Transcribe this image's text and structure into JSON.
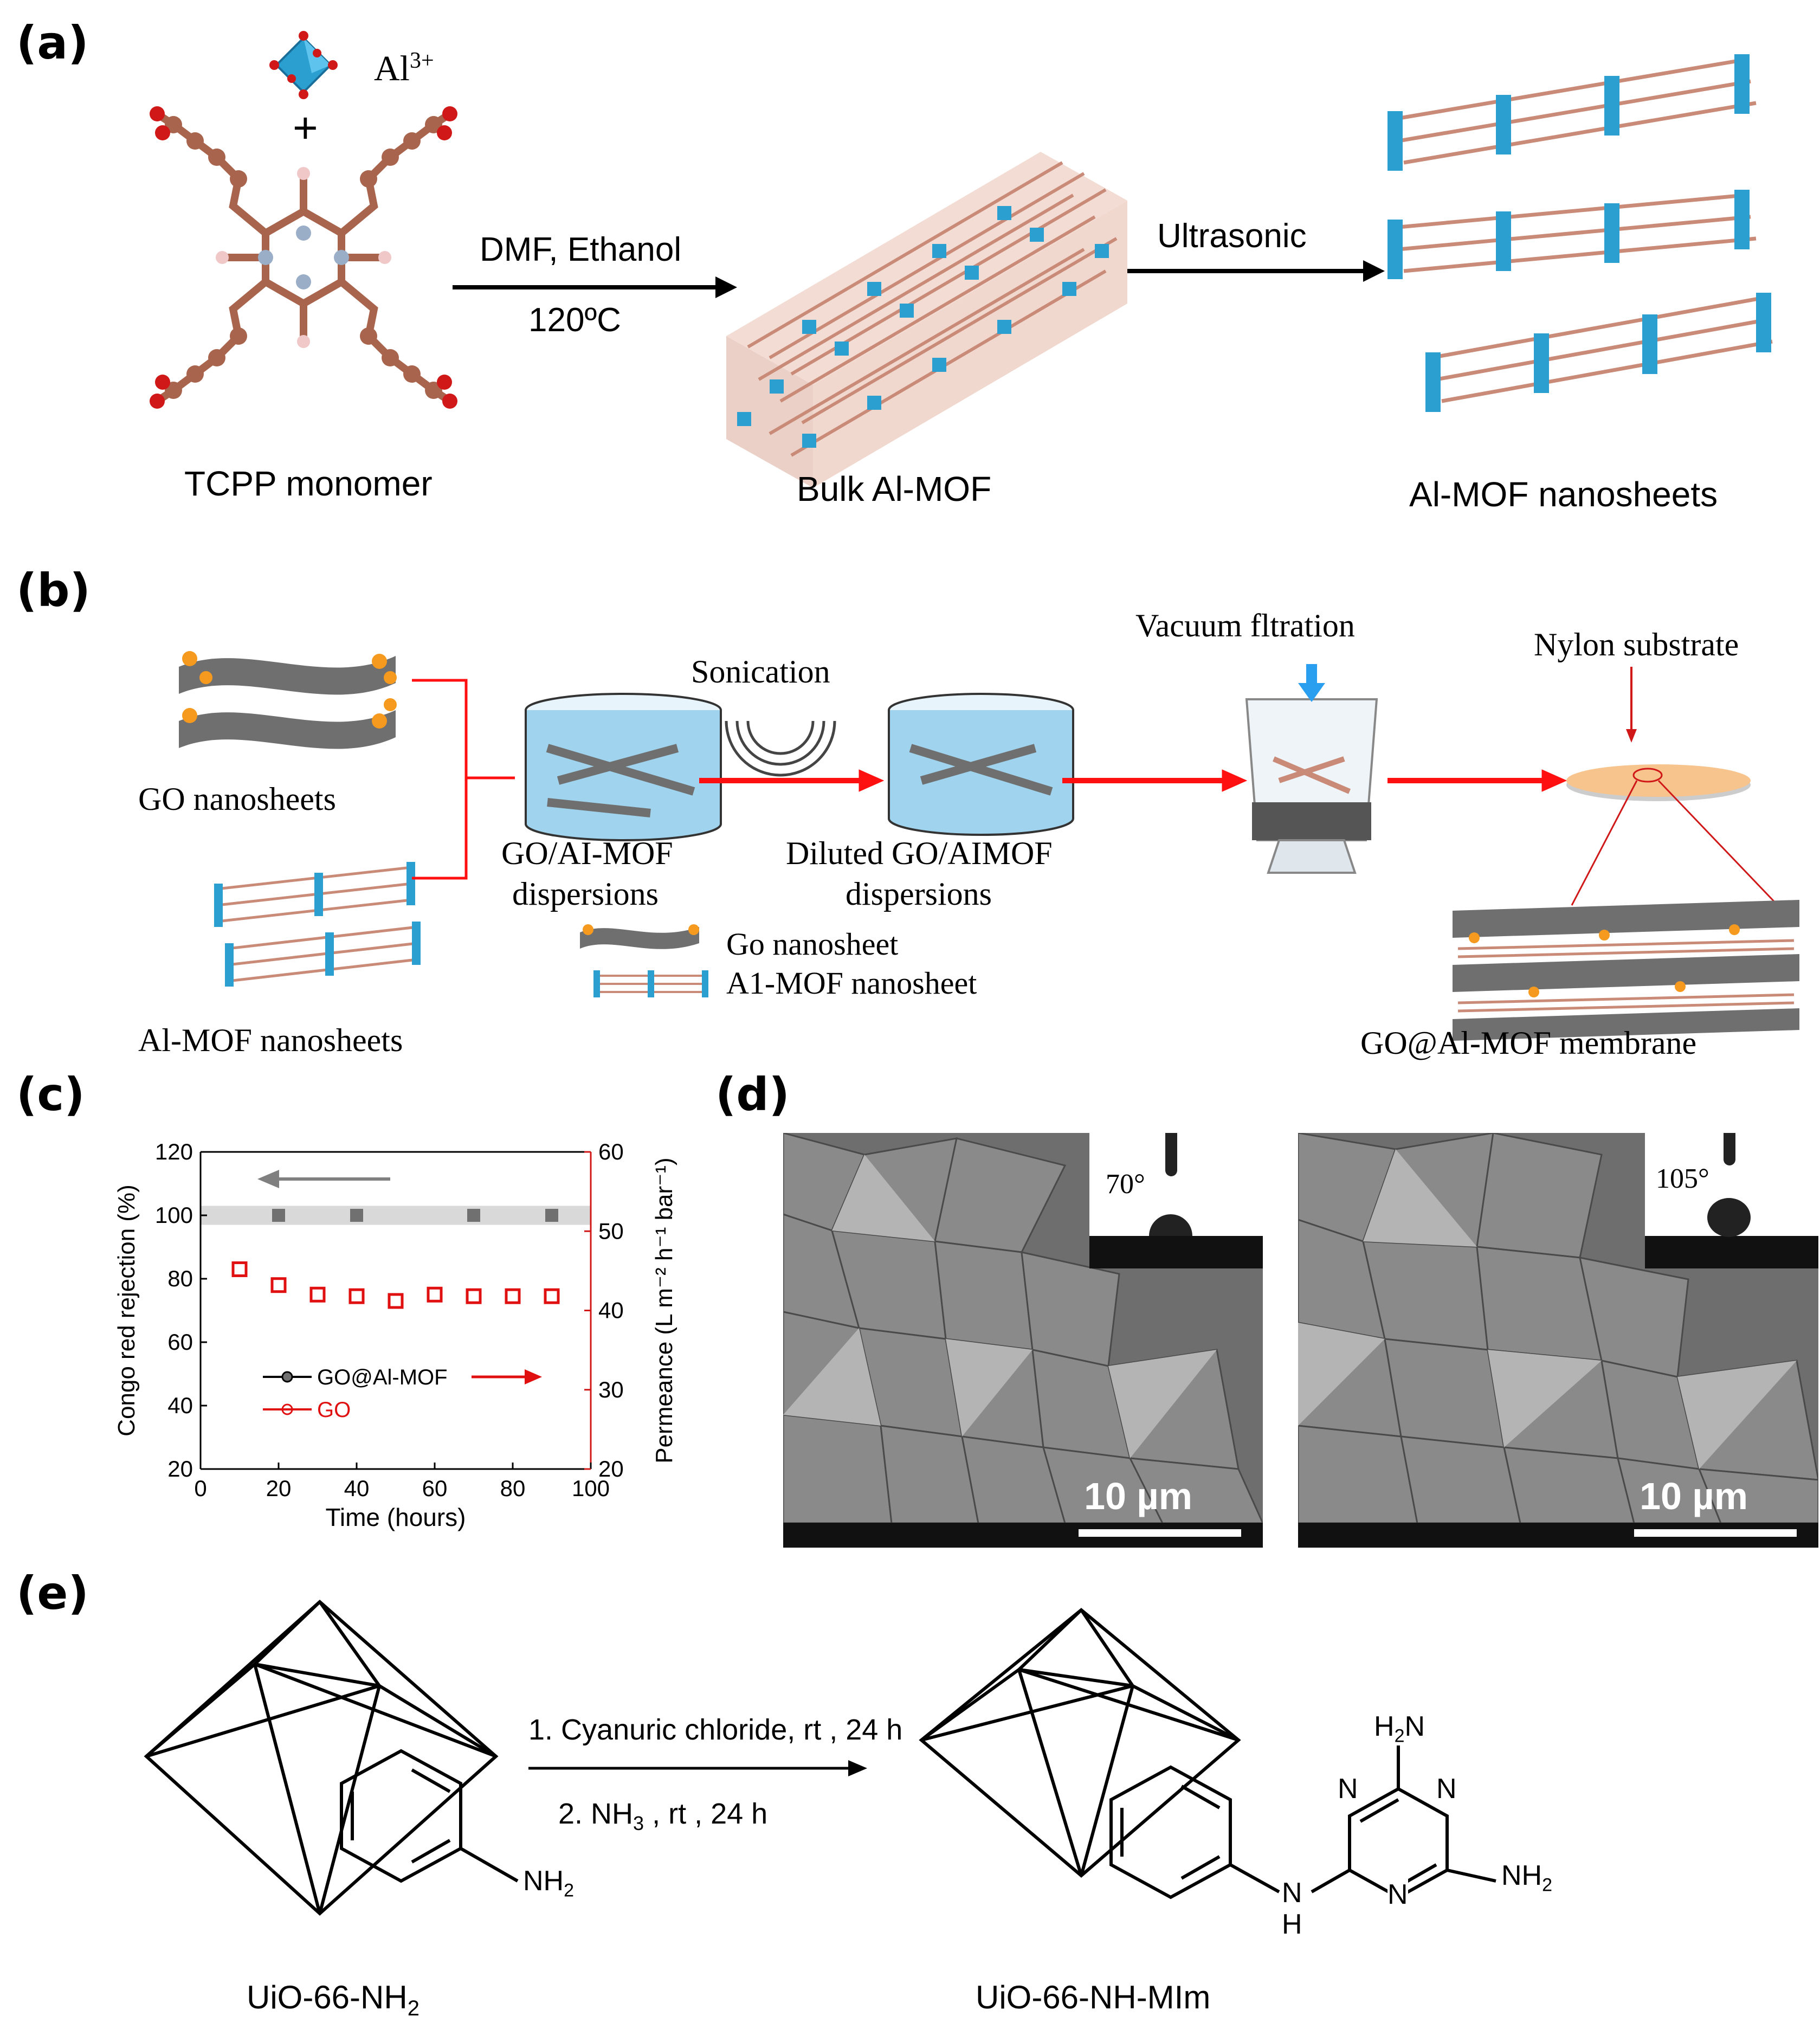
{
  "panel_labels": {
    "a": "(a)",
    "b": "(b)",
    "c": "(c)",
    "d": "(d)",
    "e": "(e)"
  },
  "panel_a": {
    "ion": "Al",
    "ion_charge": "3+",
    "plus": "+",
    "step1_top": "DMF, Ethanol",
    "step1_bottom": "120ºC",
    "step2": "Ultrasonic",
    "label_monomer": "TCPP monomer",
    "label_bulk": "Bulk Al-MOF",
    "label_nanosheets": "Al-MOF nanosheets",
    "colors": {
      "carbon": "#a8644c",
      "oxygen": "#d01818",
      "nitrogen": "#9aaec8",
      "hydrogen": "#f0c8c8",
      "al_octahedron": "#2a9fd0"
    }
  },
  "panel_b": {
    "go_nanosheets": "GO nanosheets",
    "almof_nanosheets": "Al-MOF nanosheets",
    "dispersion1_l1": "GO/AI-MOF",
    "dispersion1_l2": "dispersions",
    "sonication": "Sonication",
    "dispersion2_l1": "Diluted GO/AIMOF",
    "dispersion2_l2": "dispersions",
    "vacuum": "Vacuum fltration",
    "nylon": "Nylon substrate",
    "membrane": "GO@Al-MOF membrane",
    "legend_go": "Go nanosheet",
    "legend_mof": "A1-MOF nanosheet",
    "colors": {
      "arrow": "#ff1010",
      "water": "#9fd3ee",
      "substrate": "#f7c48e",
      "go_sheet": "#6f6f6f",
      "go_dot": "#f59a1e",
      "drop_arrow": "#2a9ff0"
    }
  },
  "panel_d": {
    "left_scale": "10 µm",
    "right_scale": "10 µm",
    "left_angle": "70°",
    "right_angle": "105°"
  },
  "panel_e": {
    "step1": "1. Cyanuric chloride, rt , 24 h",
    "step2_pre": "2. NH",
    "step2_sub": "3",
    "step2_post": " , rt , 24 h",
    "left_nh2": "NH",
    "left_nh2_sub": "2",
    "right_h2n": "H",
    "right_h2n_sub": "2",
    "right_h2n_n": "N",
    "right_nh2": "NH",
    "right_nh2_sub": "2",
    "ring_n1": "N",
    "ring_n2": "N",
    "ring_n3": "N",
    "linker_n": "N",
    "linker_h": "H",
    "label_left": "UiO-66-NH",
    "label_left_sub": "2",
    "label_right": "UiO-66-NH-MIm"
  },
  "chart_data": {
    "type": "scatter",
    "xlabel": "Time (hours)",
    "ylabel_left": "Congo red rejection (%)",
    "ylabel_right": "Permeance (L m⁻² h⁻¹ bar⁻¹)",
    "xlim": [
      0,
      100
    ],
    "ylim_left": [
      20,
      120
    ],
    "ylim_right": [
      20,
      60
    ],
    "x_ticks": [
      "0",
      "20",
      "40",
      "60",
      "80",
      "100"
    ],
    "y_left_ticks": [
      "20",
      "40",
      "60",
      "80",
      "100",
      "120"
    ],
    "y_right_ticks": [
      "20",
      "30",
      "40",
      "50",
      "60"
    ],
    "legend": [
      "GO@Al-MOF",
      "GO"
    ],
    "series": [
      {
        "name": "GO@Al-MOF",
        "axis": "left",
        "marker": "filled-square",
        "color": "#707070",
        "x": [
          20,
          40,
          70,
          90
        ],
        "y": [
          100,
          100,
          100,
          100
        ]
      },
      {
        "name": "GO",
        "axis": "left",
        "marker": "open-square",
        "color": "#e01010",
        "x": [
          10,
          20,
          30,
          40,
          50,
          60,
          70,
          80,
          90
        ],
        "y": [
          83,
          78,
          75,
          74.5,
          73,
          75,
          74.5,
          74.5,
          74.5
        ]
      }
    ],
    "band": {
      "y_from": 97,
      "y_to": 103,
      "color": "#d9d9d9"
    },
    "grid": false,
    "legend_position": "lower-left"
  }
}
